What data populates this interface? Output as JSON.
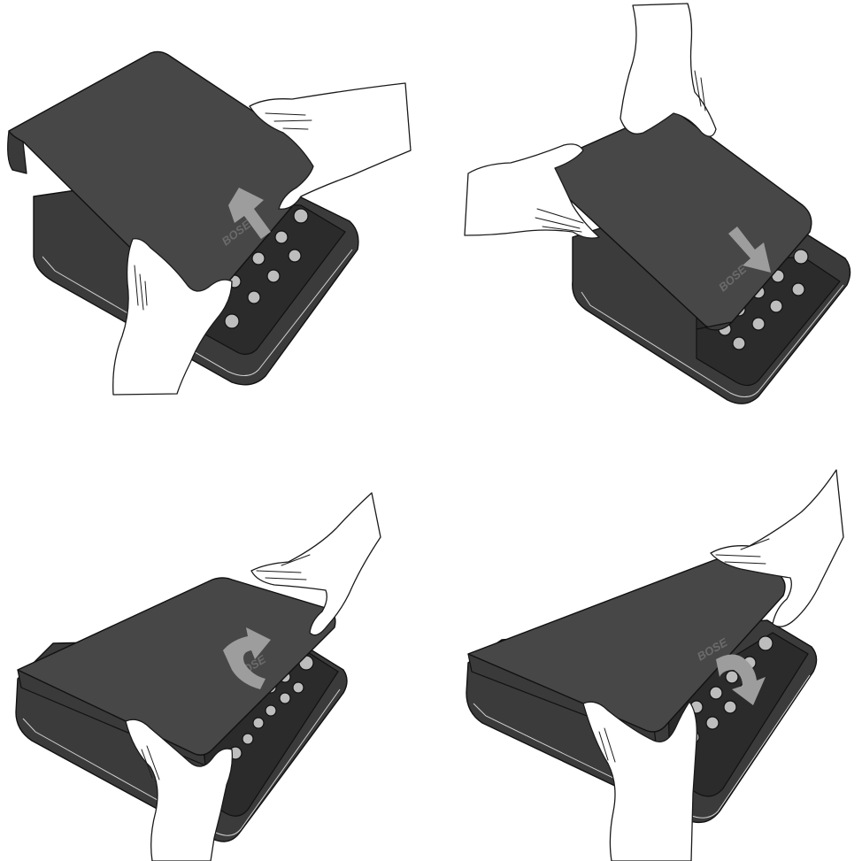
{
  "figure": {
    "brand_logo": "BOSE",
    "steps": [
      {
        "name": "step-1",
        "arrow_direction": "up-left"
      },
      {
        "name": "step-2",
        "arrow_direction": "down-right"
      },
      {
        "name": "step-3",
        "arrow_direction": "up-left-curved"
      },
      {
        "name": "step-4",
        "arrow_direction": "down-right-curved"
      }
    ]
  },
  "colors": {
    "cover": "#474747",
    "base": "#3b3b3b",
    "knob": "#bdbdbd",
    "arrow": "#9d9d9d",
    "background": "#ffffff"
  }
}
